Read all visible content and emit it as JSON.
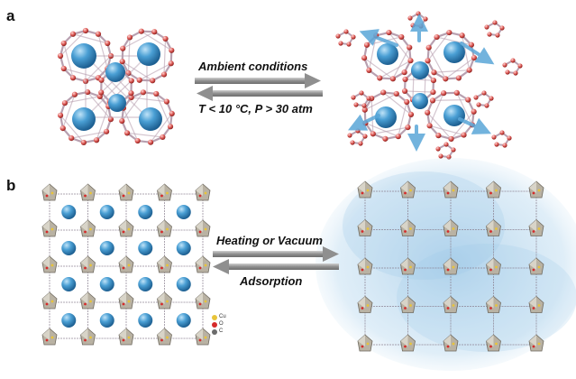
{
  "panels": [
    {
      "label": "a",
      "forward_condition": "Ambient conditions",
      "reverse_condition": "T < 10 °C, P > 30 atm"
    },
    {
      "label": "b",
      "forward_condition": "Heating or Vacuum",
      "reverse_condition": "Adsorption"
    }
  ],
  "legend": {
    "items": [
      {
        "label": "Cu",
        "color": "#e8c43a"
      },
      {
        "label": "O",
        "color": "#d62a2a"
      },
      {
        "label": "C",
        "color": "#6b6b6b"
      }
    ]
  },
  "colors": {
    "guest_sphere": "#4a9fd4",
    "cage_node": "#d9534f",
    "cage_edge": "#b8a0b0",
    "arrow": "#9a9a9a",
    "motion_arrow": "#5aa6d8",
    "polyhedra": "#b9b2a3",
    "haze": "#9cc7e6"
  }
}
